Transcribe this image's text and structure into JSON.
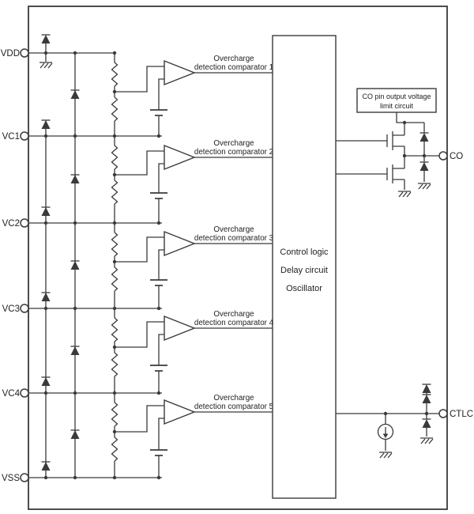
{
  "diagram": {
    "colors": {
      "line": "#3a3a3a",
      "background": "#ffffff"
    },
    "left_pins": [
      {
        "label": "VDD"
      },
      {
        "label": "VC1"
      },
      {
        "label": "VC2"
      },
      {
        "label": "VC3"
      },
      {
        "label": "VC4"
      },
      {
        "label": "VSS"
      }
    ],
    "right_pins": [
      {
        "label": "CO"
      },
      {
        "label": "CTLC"
      }
    ],
    "comparators": [
      {
        "line1": "Overcharge",
        "line2": "detection comparator 1"
      },
      {
        "line1": "Overcharge",
        "line2": "detection comparator 2"
      },
      {
        "line1": "Overcharge",
        "line2": "detection comparator 3"
      },
      {
        "line1": "Overcharge",
        "line2": "detection comparator 4"
      },
      {
        "line1": "Overcharge",
        "line2": "detection comparator 5"
      }
    ],
    "control_block": {
      "line1": "Control logic",
      "line2": "Delay circuit",
      "line3": "Oscillator"
    },
    "co_limit_box": {
      "line1": "CO pin output voltage",
      "line2": "limit circuit"
    }
  }
}
